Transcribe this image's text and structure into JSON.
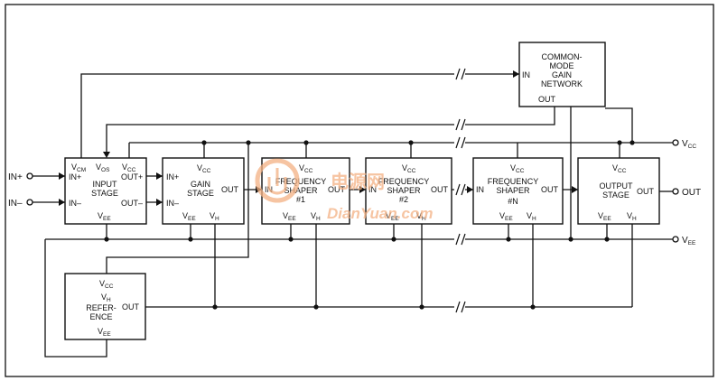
{
  "blocks": {
    "cmg": {
      "title": [
        "COMMON-",
        "MODE",
        "GAIN",
        "NETWORK"
      ],
      "in": "IN",
      "out": "OUT"
    },
    "input_stage": {
      "title": [
        "INPUT",
        "STAGE"
      ],
      "vcm": "V",
      "vcm_sub": "CM",
      "vos": "V",
      "vos_sub": "OS",
      "vcc": "V",
      "vcc_sub": "CC",
      "in_plus": "IN+",
      "in_minus": "IN–",
      "out_plus": "OUT+",
      "out_minus": "OUT–",
      "vee": "V",
      "vee_sub": "EE"
    },
    "gain_stage": {
      "title": [
        "GAIN",
        "STAGE"
      ],
      "vcc": "V",
      "vcc_sub": "CC",
      "in_plus": "IN+",
      "in_minus": "IN–",
      "out": "OUT",
      "vee": "V",
      "vee_sub": "EE",
      "vh": "V",
      "vh_sub": "H"
    },
    "fs1": {
      "title": [
        "FREQUENCY",
        "SHAPER",
        "#1"
      ],
      "vcc": "V",
      "vcc_sub": "CC",
      "in": "IN",
      "out": "OUT",
      "vee": "V",
      "vee_sub": "EE",
      "vh": "V",
      "vh_sub": "H"
    },
    "fs2": {
      "title": [
        "FREQUENCY",
        "SHAPER",
        "#2"
      ],
      "vcc": "V",
      "vcc_sub": "CC",
      "in": "IN",
      "out": "OUT",
      "vee": "V",
      "vee_sub": "EE",
      "vh": "V",
      "vh_sub": "H"
    },
    "fsn": {
      "title": [
        "FREQUENCY",
        "SHAPER",
        "#N"
      ],
      "vcc": "V",
      "vcc_sub": "CC",
      "in": "IN",
      "out": "OUT",
      "vee": "V",
      "vee_sub": "EE",
      "vh": "V",
      "vh_sub": "H"
    },
    "output_stage": {
      "title": [
        "OUTPUT",
        "STAGE"
      ],
      "vcc": "V",
      "vcc_sub": "CC",
      "out": "OUT",
      "vee": "V",
      "vee_sub": "EE",
      "vh": "V",
      "vh_sub": "H"
    },
    "vh_ref": {
      "title": [
        "REFER-",
        "ENCE"
      ],
      "vcc": "V",
      "vcc_sub": "CC",
      "vh": "V",
      "vh_sub": "H",
      "out": "OUT",
      "vee": "V",
      "vee_sub": "EE"
    }
  },
  "terminals": {
    "in_plus": "IN+",
    "in_minus": "IN–",
    "vcc": "V",
    "vcc_sub": "CC",
    "out": "OUT",
    "vee": "V",
    "vee_sub": "EE"
  },
  "watermark": {
    "text": "DianYuan.com",
    "logo_text": "电源网"
  },
  "colors": {
    "line": "#111111",
    "watermark": "#f4b183"
  }
}
